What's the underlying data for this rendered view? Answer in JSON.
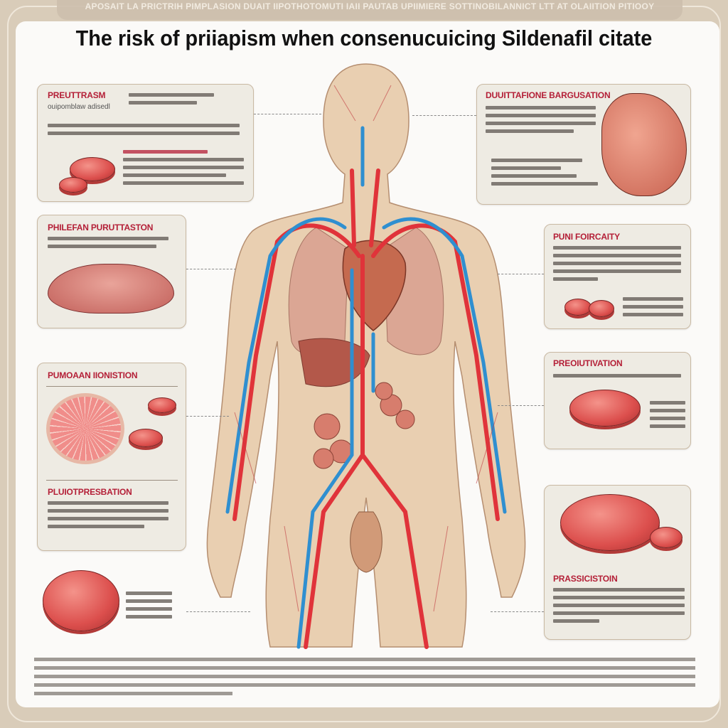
{
  "banner": "APOSAIT LA PRICTRIH PIMPLASION DUAIT IIPOTHOTOMUTI IAII PAUTAB UPIIMIERE SOTTINOBILANNICT LTT AT OLAIITION PITIOOY",
  "title": "The risk of priiapism when consenucuicing Sildenafil citate",
  "panels": {
    "top_left": {
      "heading": "PREUTTRASM",
      "subheading": "ouipomblaw adisedl"
    },
    "mid_left": {
      "heading": "PHILEFAN PURUTTASTON"
    },
    "lower_left": {
      "heading": "PUMOAAN IIONISTION"
    },
    "lower_left_2": {
      "heading": "PLUIOTPRESBATION"
    },
    "top_right": {
      "heading": "DUUITTAFIONE BARGUSATION"
    },
    "mid_right": {
      "heading": "PUNI FOIRCAITY"
    },
    "lower_right": {
      "heading": "PREOIUTIVATION"
    },
    "bottom_right": {
      "heading": "PRASSICISTOIN"
    }
  },
  "colors": {
    "accent": "#b41f37",
    "artery": "#e0333a",
    "vein": "#2f8fd0",
    "background": "#d9ccb9"
  },
  "icons": [
    "pill-icon",
    "check-icon",
    "bullet-icon",
    "kidney-icon",
    "intestine-icon",
    "heart-icon"
  ]
}
